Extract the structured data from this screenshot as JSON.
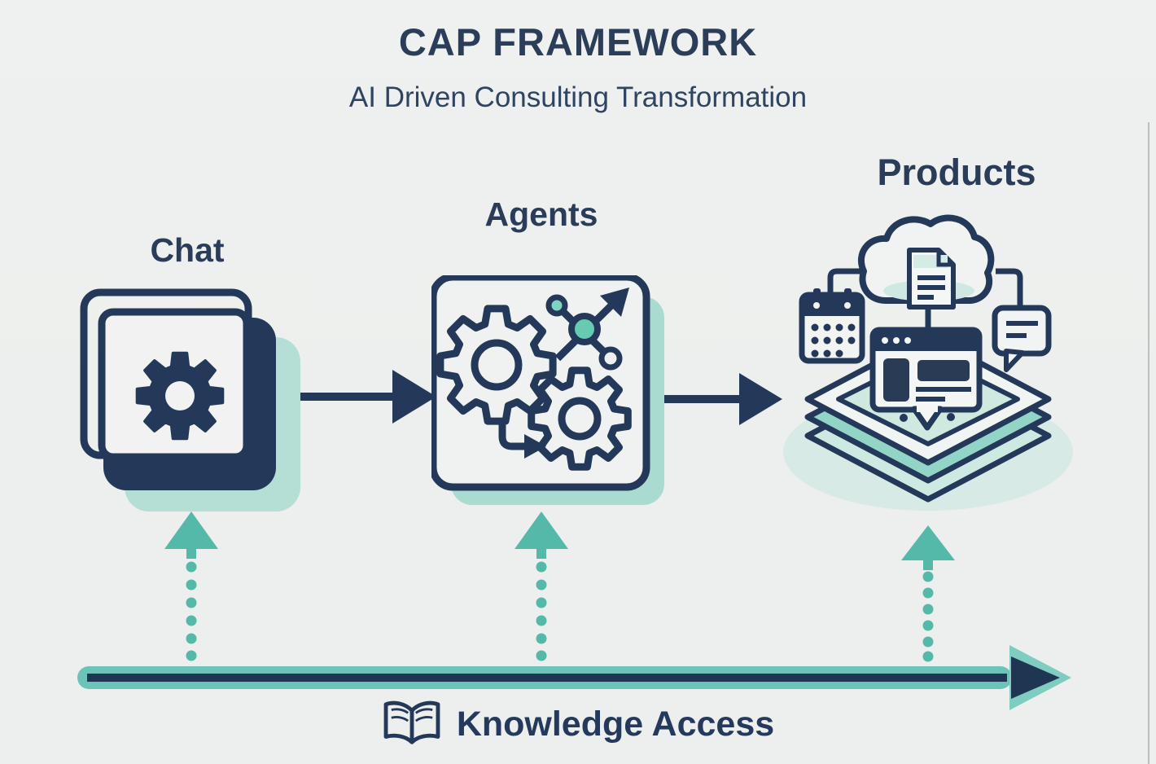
{
  "header": {
    "title": "CAP FRAMEWORK",
    "subtitle": "AI Driven Consulting Transformation"
  },
  "stages": [
    {
      "label": "Chat",
      "icon": "chat-window-gear-icon"
    },
    {
      "label": "Agents",
      "icon": "gears-network-icon"
    },
    {
      "label": "Products",
      "icon": "cloud-apps-layer-stack-icon"
    }
  ],
  "flow": {
    "arrows": [
      "chat-to-agents",
      "agents-to-products"
    ],
    "knowledge_feeds": [
      "chat",
      "agents",
      "products"
    ]
  },
  "footer": {
    "label": "Knowledge Access",
    "icon": "open-book-icon"
  },
  "colors": {
    "navy": "#24395a",
    "navy_text": "#2a3c58",
    "teal": "#54b9a9",
    "teal_bar": "#6cc4b9",
    "teal_shadow": "#b5ded4",
    "mint": "#cdeae2",
    "stack_mid": "#92d5c7",
    "node_teal": "#66cbb0",
    "background": "#edefee"
  }
}
